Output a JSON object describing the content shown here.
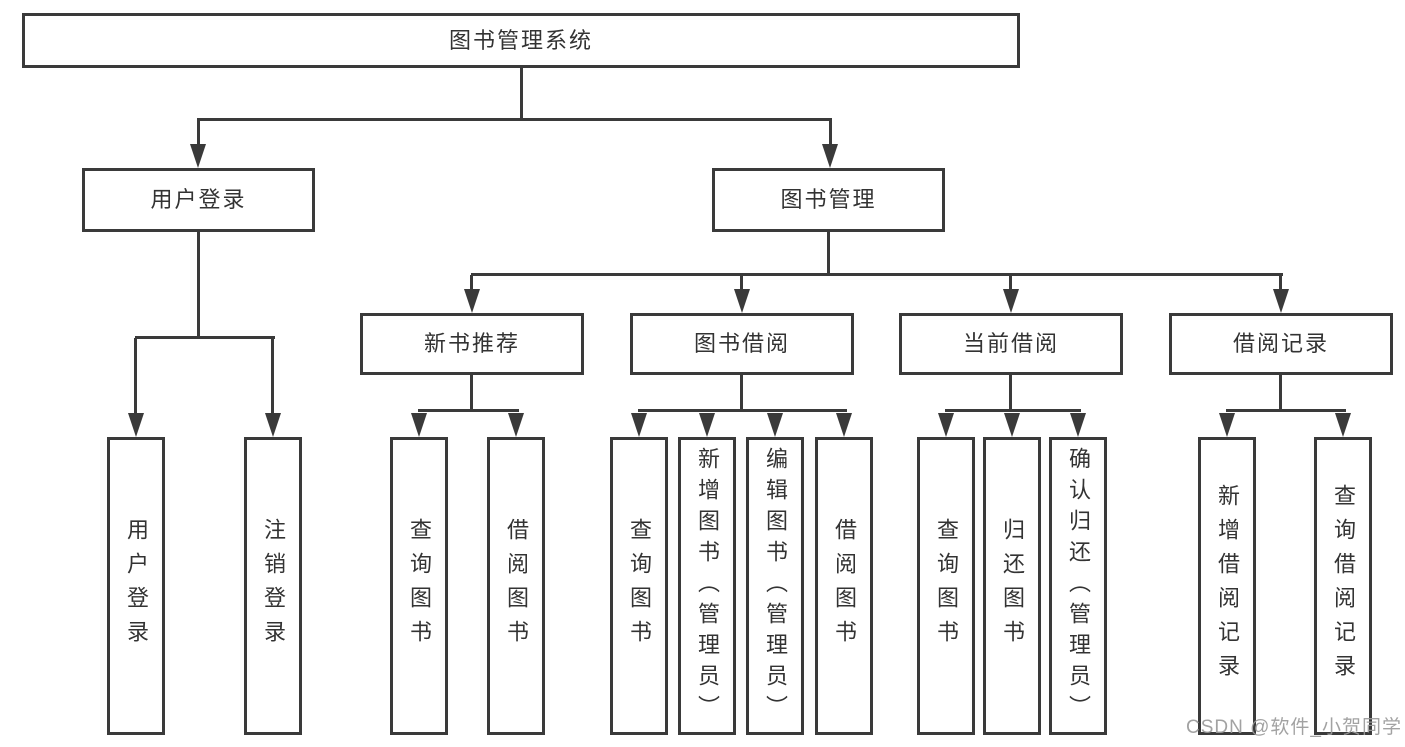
{
  "colors": {
    "line": "#3a3a3a",
    "text": "#333333",
    "box_fill": "#ffffff",
    "watermark": "#9b9b9b"
  },
  "nodes": {
    "l1": "图书管理系统",
    "l2": [
      "用户登录",
      "图书管理"
    ],
    "l3": [
      "新书推荐",
      "图书借阅",
      "当前借阅",
      "借阅记录"
    ],
    "leaves": {
      "login": [
        "用户登录",
        "注销登录"
      ],
      "recommend": [
        "查询图书",
        "借阅图书"
      ],
      "borrow": [
        "查询图书",
        "新增图书（管理员）",
        "编辑图书（管理员）",
        "借阅图书"
      ],
      "current": [
        "查询图书",
        "归还图书",
        "确认归还（管理员）"
      ],
      "record": [
        "新增借阅记录",
        "查询借阅记录"
      ]
    }
  },
  "watermark": "CSDN @软件_小贺同学"
}
